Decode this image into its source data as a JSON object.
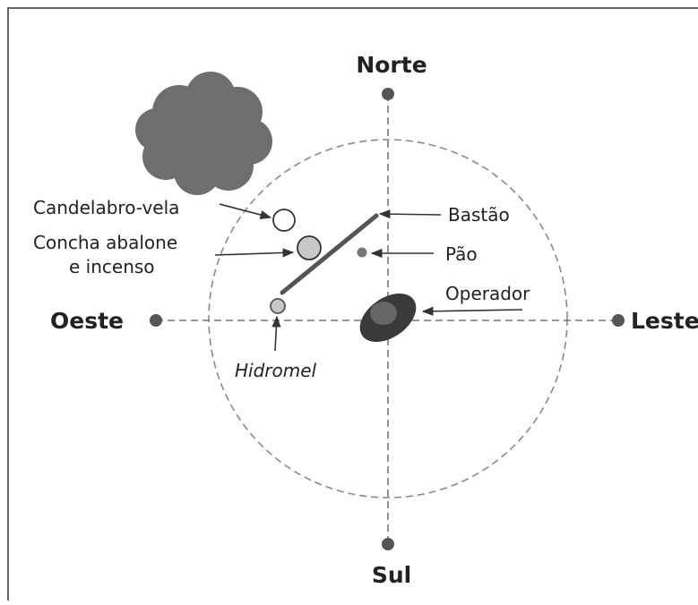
{
  "directions": {
    "north": "Norte",
    "south": "Sul",
    "west": "Oeste",
    "east": "Leste"
  },
  "labels": {
    "candelabro": "Candelabro-vela",
    "concha_line1": "Concha abalone",
    "concha_line2": "e incenso",
    "bastao": "Bastão",
    "pao": "Pão",
    "operador": "Operador",
    "hidromel": "Hidromel"
  },
  "colors": {
    "ink": "#222222",
    "axis": "#777777",
    "circle": "#8a8a8a",
    "cloud": "#6e6e6e",
    "object_fill": "#c8c8c8",
    "staff": "#555555",
    "operator_dark": "#3a3a3a",
    "operator_light": "#666666"
  },
  "icons": {
    "cloud": "smoke-cloud-icon",
    "candle": "candle-circle-icon",
    "shell": "abalone-shell-icon",
    "bread": "bread-dot-icon",
    "mead": "mead-circle-icon",
    "operator": "operator-figure-icon"
  }
}
